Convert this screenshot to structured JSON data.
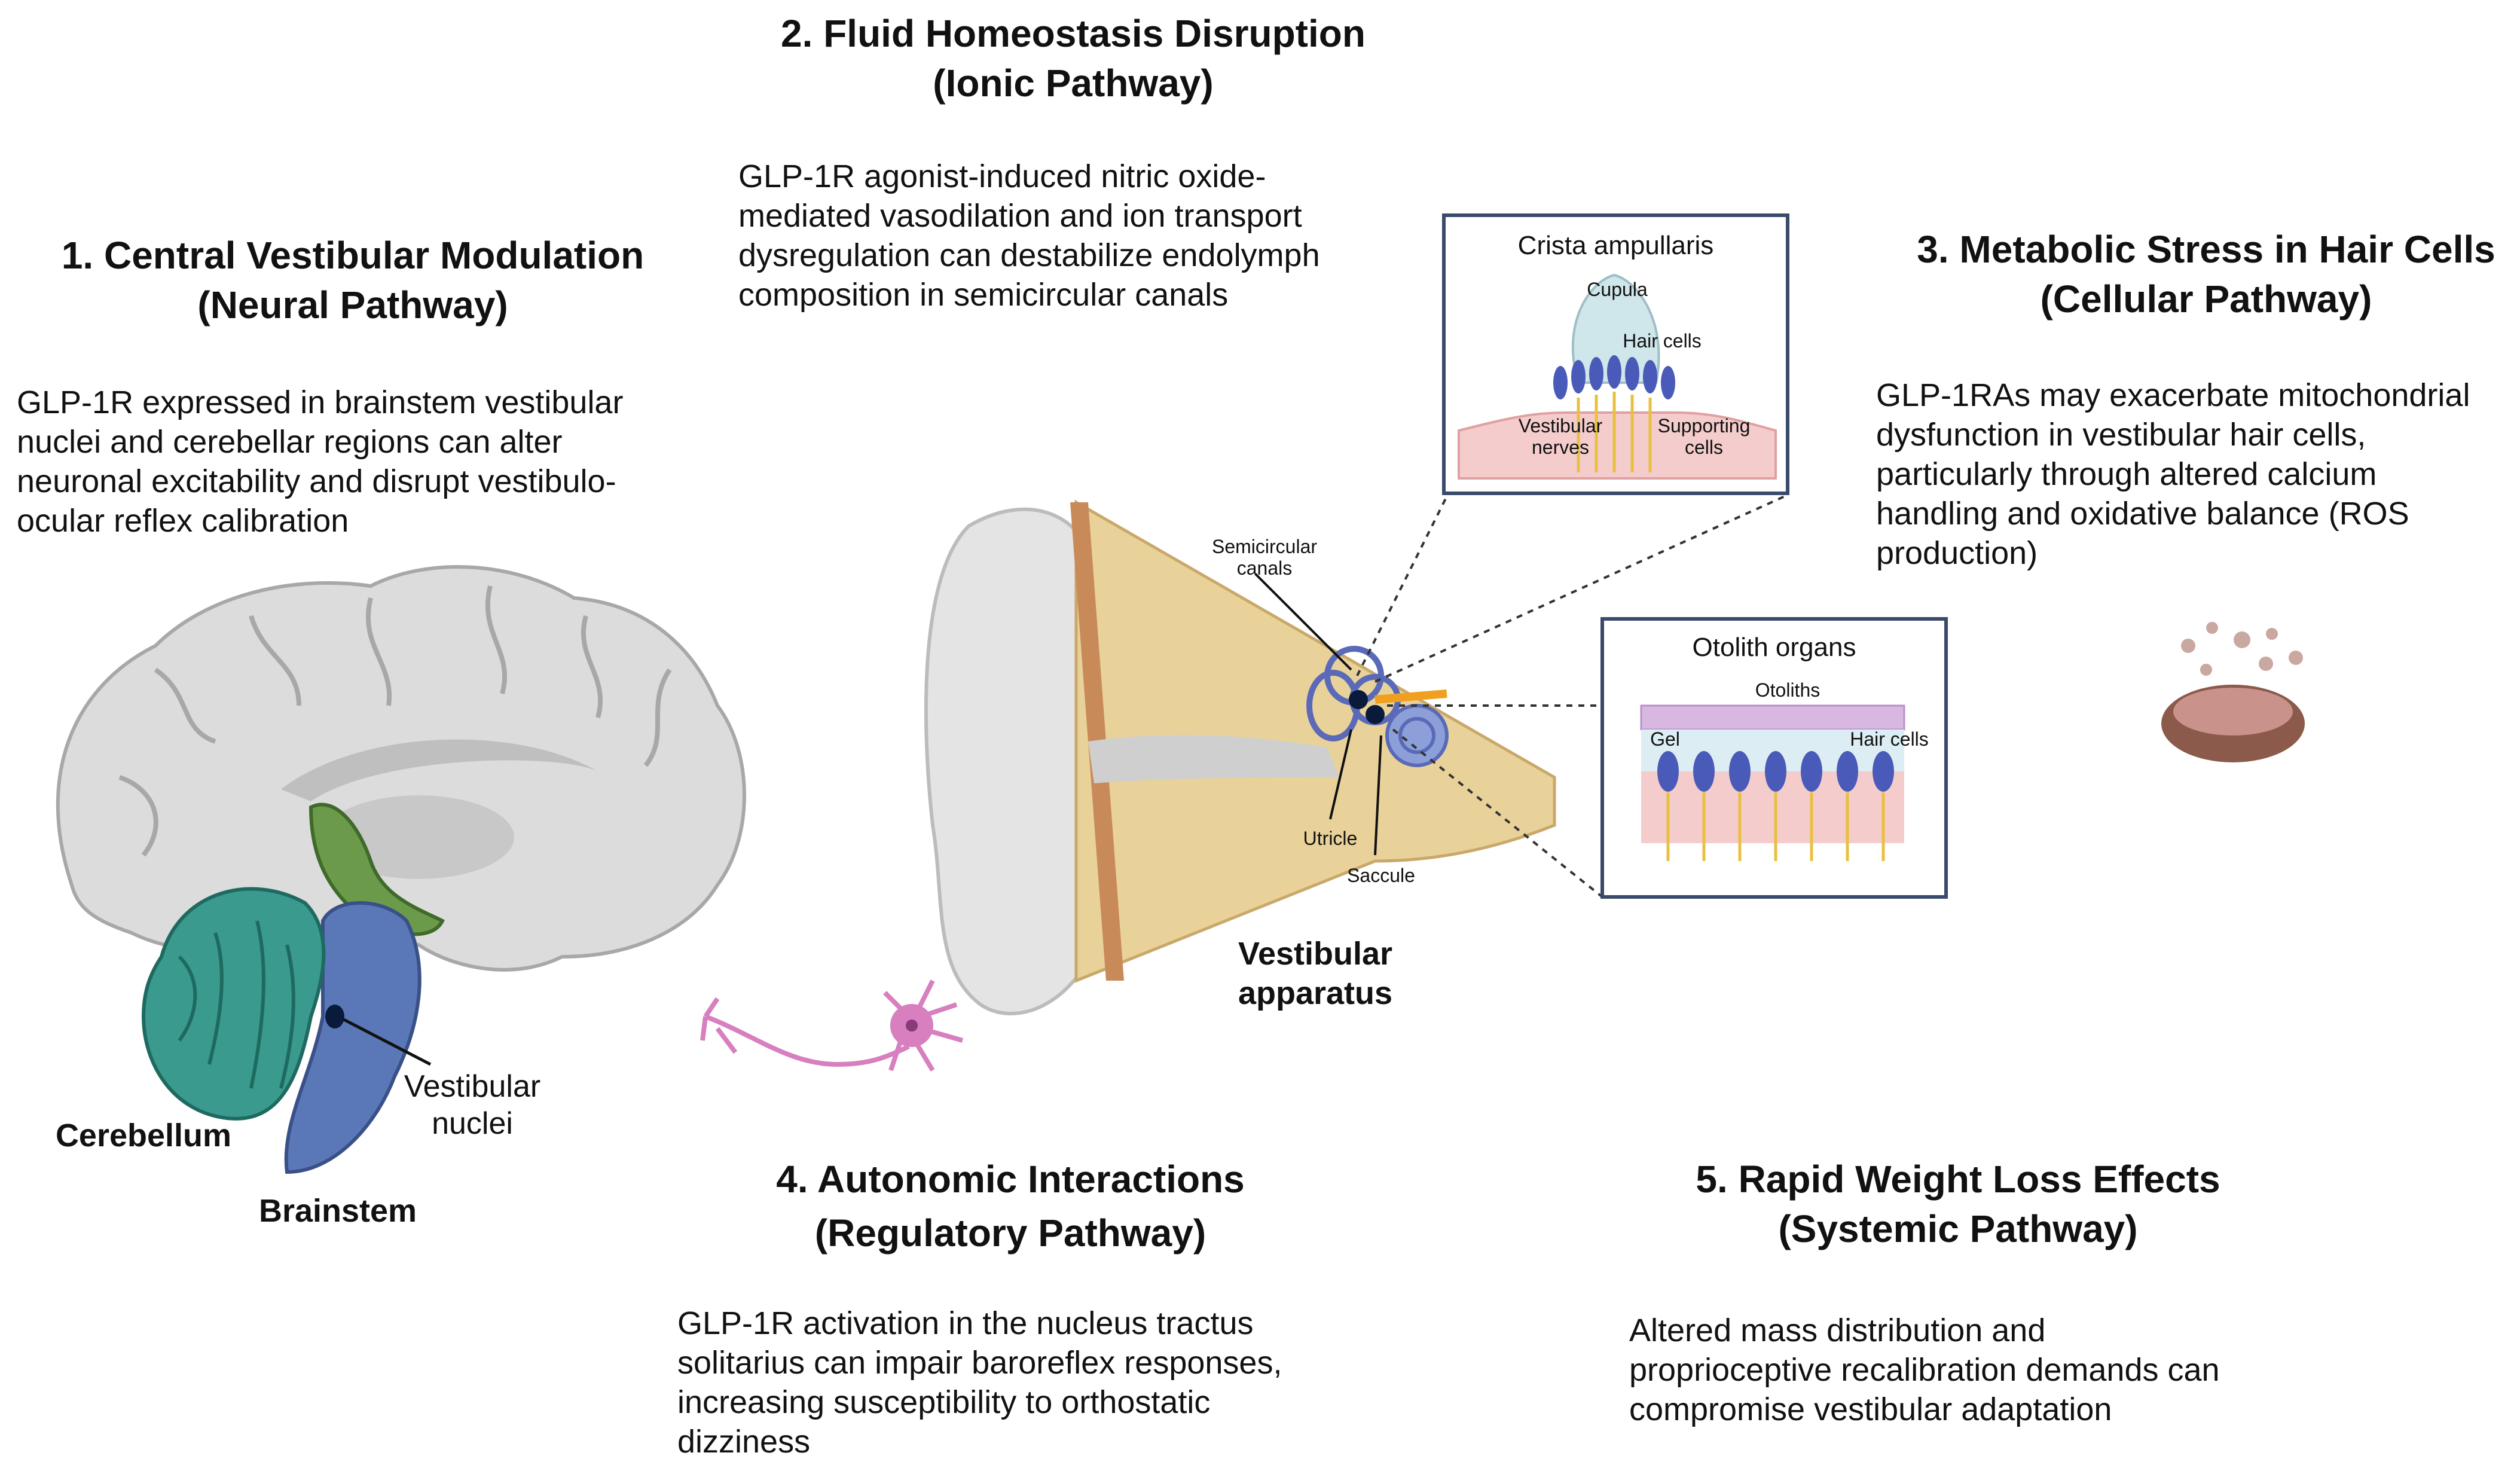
{
  "sections": {
    "s1": {
      "title": "1. Central Vestibular Modulation",
      "subtitle": "(Neural Pathway)",
      "desc": [
        "GLP-1R expressed in brainstem vestibular",
        "nuclei and cerebellar regions can alter",
        "neuronal excitability and disrupt vestibulo-",
        "ocular reflex calibration"
      ]
    },
    "s2": {
      "title": "2. Fluid Homeostasis Disruption",
      "subtitle": "(Ionic Pathway)",
      "desc": [
        "GLP-1R agonist-induced nitric oxide-",
        "mediated vasodilation and ion transport",
        "dysregulation can destabilize endolymph",
        "composition in semicircular canals"
      ]
    },
    "s3": {
      "title": "3. Metabolic Stress in Hair Cells",
      "subtitle": "(Cellular Pathway)",
      "desc": [
        "GLP-1RAs may exacerbate mitochondrial",
        "dysfunction in vestibular hair cells,",
        "particularly through altered calcium",
        "handling and oxidative balance (ROS",
        "production)"
      ]
    },
    "s4": {
      "title": "4. Autonomic Interactions",
      "subtitle": "(Regulatory Pathway)",
      "desc": [
        "GLP-1R activation in the nucleus tractus",
        "solitarius can impair baroreflex responses,",
        "increasing susceptibility to orthostatic",
        "dizziness"
      ]
    },
    "s5": {
      "title": "5. Rapid Weight Loss Effects",
      "subtitle": "(Systemic Pathway)",
      "desc": [
        "Altered mass distribution and",
        "proprioceptive recalibration demands can",
        "compromise vestibular adaptation"
      ]
    }
  },
  "brain_labels": {
    "cerebellum": "Cerebellum",
    "brainstem": "Brainstem",
    "vestibular_nuclei": [
      "Vestibular",
      "nuclei"
    ]
  },
  "ear_labels": {
    "semicircular_canals": [
      "Semicircular",
      "canals"
    ],
    "utricle": "Utricle",
    "saccule": "Saccule",
    "apparatus": [
      "Vestibular",
      "apparatus"
    ]
  },
  "crista": {
    "title": "Crista ampullaris",
    "cupula": "Cupula",
    "hair_cells": "Hair cells",
    "vestibular_nerves": [
      "Vestibular",
      "nerves"
    ],
    "supporting_cells": [
      "Supporting",
      "cells"
    ]
  },
  "otolith": {
    "title": "Otolith organs",
    "otoliths": "Otoliths",
    "gel": "Gel",
    "hair_cells": "Hair cells"
  },
  "colors": {
    "brain": "#dcdcdc",
    "cerebellum": "#3a9a8e",
    "brainstem": "#5a78b8",
    "green_structure": "#5a8a3a",
    "neuron": "#d77fbf",
    "bone": "#e9d29a",
    "cochlea": "#8c9fd8",
    "mitochondrion": "#8b5a4a"
  }
}
